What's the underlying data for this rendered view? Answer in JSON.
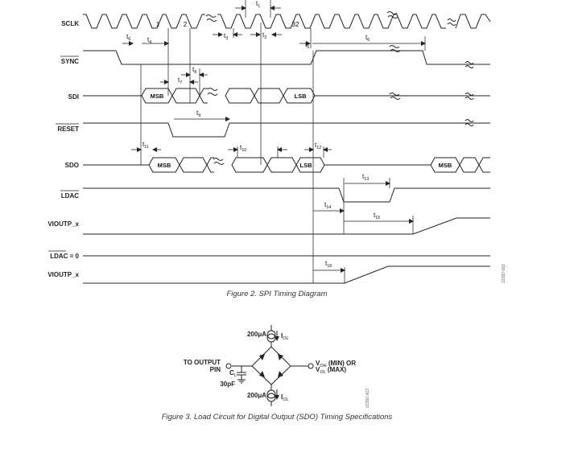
{
  "figure2": {
    "caption": "Figure 2. SPI Timing Diagram",
    "side_id": "22382-002",
    "signals": {
      "sclk": "SCLK",
      "sync": "SYNC",
      "sdi": "SDI",
      "reset": "RESET",
      "sdo": "SDO",
      "ldac": "LDAC",
      "vioutp1": "VIOUTP_x",
      "ldac0": "LDAC = 0",
      "vioutp2": "VIOUTP_x"
    },
    "clock_numbers": {
      "n1": "1",
      "n2": "2",
      "n32": "32"
    },
    "box_labels": {
      "sdi_msb": "MSB",
      "sdi_lsb": "LSB",
      "sdo_msb": "MSB",
      "sdo_lsb": "LSB",
      "sdo_msb2": "MSB"
    },
    "timing": {
      "t1": {
        "base": "t",
        "sub": "1"
      },
      "t2": {
        "base": "t",
        "sub": "2"
      },
      "t3": {
        "base": "t",
        "sub": "3"
      },
      "t4": {
        "base": "t",
        "sub": "4"
      },
      "t5": {
        "base": "t",
        "sub": "5"
      },
      "t6": {
        "base": "t",
        "sub": "6"
      },
      "t7": {
        "base": "t",
        "sub": "7"
      },
      "t8": {
        "base": "t",
        "sub": "8"
      },
      "t9": {
        "base": "t",
        "sub": "9"
      },
      "t10": {
        "base": "t",
        "sub": "10"
      },
      "t11": {
        "base": "t",
        "sub": "11"
      },
      "t12": {
        "base": "t",
        "sub": "12"
      },
      "t13": {
        "base": "t",
        "sub": "13"
      },
      "t14": {
        "base": "t",
        "sub": "14"
      },
      "t15": {
        "base": "t",
        "sub": "15"
      },
      "t16": {
        "base": "t",
        "sub": "16"
      }
    }
  },
  "figure3": {
    "caption": "Figure 3. Load Circuit for Digital Output (SDO) Timing Specifications",
    "side_id": "22382-003",
    "current_top": "200μA",
    "current_bottom": "200μA",
    "iol_top": {
      "base": "I",
      "sub": "OL"
    },
    "iol_bottom": {
      "base": "I",
      "sub": "OL"
    },
    "to_output": "TO OUTPUT",
    "pin": "PIN",
    "cl": {
      "base": "C",
      "sub": "L"
    },
    "cap_value": "30pF",
    "voh": {
      "base": "V",
      "sub": "OH",
      "rest": " (MIN) OR"
    },
    "vol": {
      "base": "V",
      "sub": "OL",
      "rest": " (MAX)"
    }
  }
}
